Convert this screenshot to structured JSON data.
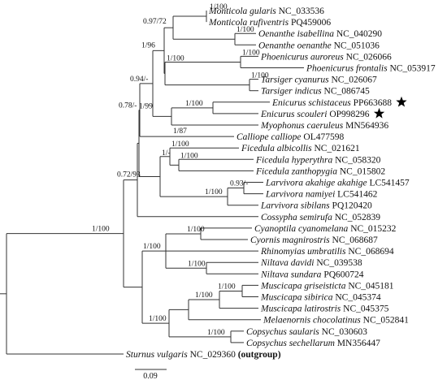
{
  "taxa": [
    {
      "id": "t1",
      "species": "Monticola gularis",
      "accession": "NC_033536"
    },
    {
      "id": "t2",
      "species": "Monticola rufiventris",
      "accession": "PQ459006"
    },
    {
      "id": "t3",
      "species": "Oenanthe isabellina",
      "accession": "NC_040290"
    },
    {
      "id": "t4",
      "species": "Oenanthe oenanthe",
      "accession": "NC_051036"
    },
    {
      "id": "t5",
      "species": "Phoenicurus auroreus",
      "accession": "NC_026066"
    },
    {
      "id": "t6",
      "species": "Phoenicurus frontalis",
      "accession": "NC_053917"
    },
    {
      "id": "t7",
      "species": "Tarsiger cyanurus",
      "accession": "NC_026067"
    },
    {
      "id": "t8",
      "species": "Tarsiger indicus",
      "accession": "NC_086745"
    },
    {
      "id": "t9",
      "species": "Enicurus schistaceus",
      "accession": "PP663688",
      "marked": true
    },
    {
      "id": "t10",
      "species": "Enicurus scouleri",
      "accession": "OP998296",
      "marked": true
    },
    {
      "id": "t11",
      "species": "Myophonus caeruleus",
      "accession": "MN564936"
    },
    {
      "id": "t12",
      "species": "Calliope calliope",
      "accession": "OL477598"
    },
    {
      "id": "t13",
      "species": "Ficedula albicollis",
      "accession": "NC_021621"
    },
    {
      "id": "t14",
      "species": "Ficedula hyperythra",
      "accession": "NC_058320"
    },
    {
      "id": "t15",
      "species": "Ficedula zanthopygia",
      "accession": "NC_015802"
    },
    {
      "id": "t16",
      "species": "Larvivora akahige akahige",
      "accession": "LC541457"
    },
    {
      "id": "t17",
      "species": "Larvivora namiyei",
      "accession": "LC541462"
    },
    {
      "id": "t18",
      "species": "Larvivora sibilans",
      "accession": "PQ120420"
    },
    {
      "id": "t19",
      "species": "Cossypha semirufa",
      "accession": "NC_052839"
    },
    {
      "id": "t20",
      "species": "Cyanoptila cyanomelana",
      "accession": "NC_015232"
    },
    {
      "id": "t21",
      "species": "Cyornis magnirostris",
      "accession": "NC_068687"
    },
    {
      "id": "t22",
      "species": "Rhinomyias umbratilis",
      "accession": "NC_068694"
    },
    {
      "id": "t23",
      "species": "Niltava davidi",
      "accession": "NC_039538"
    },
    {
      "id": "t24",
      "species": "Niltava sundara",
      "accession": "PQ600724"
    },
    {
      "id": "t25",
      "species": "Muscicapa griseisticta",
      "accession": "NC_045181"
    },
    {
      "id": "t26",
      "species": "Muscicapa sibirica",
      "accession": "NC_045374"
    },
    {
      "id": "t27",
      "species": "Muscicapa latirostris",
      "accession": "NC_045375"
    },
    {
      "id": "t28",
      "species": "Melaenornis chocolatinus",
      "accession": "NC_052841"
    },
    {
      "id": "t29",
      "species": "Copsychus saularis",
      "accession": "NC_030603"
    },
    {
      "id": "t30",
      "species": "Copsychus sechellarum",
      "accession": "MN356447"
    },
    {
      "id": "t31",
      "species": "Sturnus vulgaris",
      "accession": "NC_029360",
      "note": "(outgroup)"
    }
  ],
  "supports": {
    "n_monticola": "1/100",
    "n_oenanthe": "1/100",
    "n_mont_oen": "0.97/72",
    "n_phoenicurus": "1/100",
    "n_tarsiger": "1/100",
    "n_p_t": "1/100",
    "n_a_pt": "1/96",
    "n_enicurus": "1/100",
    "n_en_myo": "1/87",
    "n_b": "0.94/-",
    "n_c": "0.78/-",
    "n_fic_hz": "1/100",
    "n_fic": "1/100",
    "n_lar_an": "0.93/-",
    "n_lar": "1/100",
    "n_fl": "1/-",
    "n_d": "1/99",
    "n_e": "0.72/93",
    "n_cyan_cyor": "1/100",
    "n_niltava": "1/100",
    "n_cy": "1/100",
    "n_musc_gs": "1/100",
    "n_musc": "1/100",
    "n_copsychus": "1/100",
    "n_mus_cop": "1/100",
    "n_ingroup": "1/100"
  },
  "scale_bar": {
    "label": "0.09",
    "value": 0.09
  },
  "colors": {
    "branch": "#333333",
    "text": "#111111",
    "marker": "#000000"
  }
}
